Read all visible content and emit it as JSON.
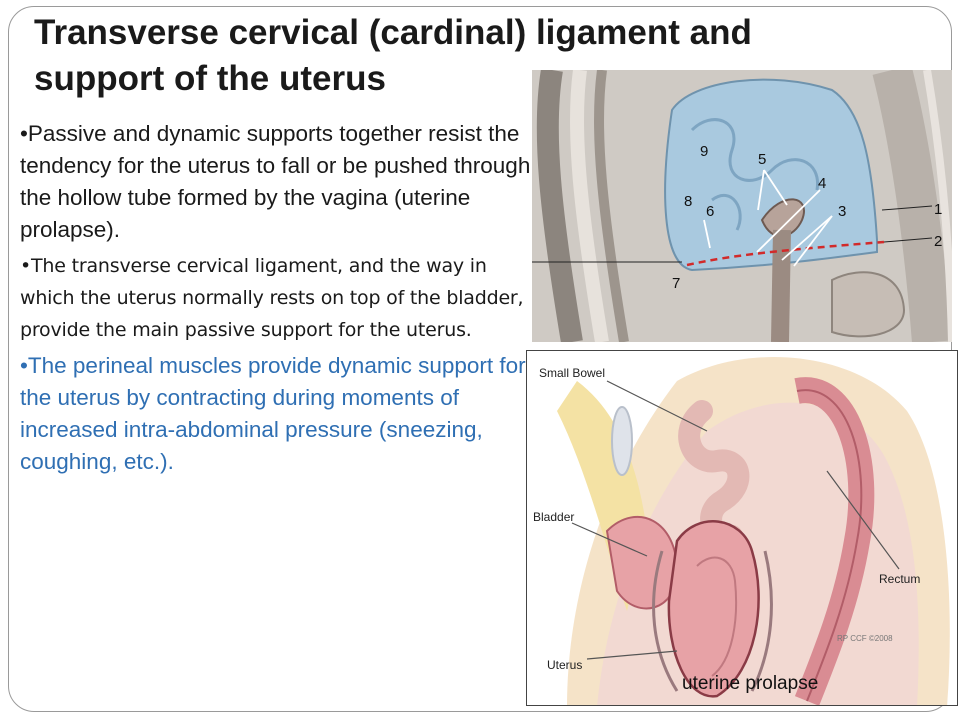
{
  "title": "Transverse cervical (cardinal) ligament and support of the uterus",
  "title_line1": "Transverse cervical (cardinal) ligament and",
  "title_line2": "support of the uterus",
  "bullets": [
    {
      "prefix": "•",
      "text": "Passive and dynamic supports together resist the tendency for the uterus to fall or be pushed through the hollow tube formed by the vagina (uterine prolapse)."
    },
    {
      "prefix": "•",
      "text": "The transverse cervical ligament, and the way in which the uterus normally rests on top of the bladder, provide the main passive support for the uterus."
    },
    {
      "prefix": "•",
      "text": "The perineal muscles provide dynamic support for the uterus by contracting during moments of increased intra-abdominal pressure (sneezing, coughing, etc.)."
    }
  ],
  "figure_top": {
    "labels": [
      "1",
      "2",
      "3",
      "4",
      "5",
      "6",
      "7",
      "8",
      "9"
    ]
  },
  "figure_bottom": {
    "labels": {
      "small_bowel": "Small Bowel",
      "bladder": "Bladder",
      "uterus": "Uterus",
      "rectum": "Rectum",
      "credit": "RP CCF ©2008"
    },
    "caption": "uterine prolapse"
  },
  "colors": {
    "title": "#1a1a1a",
    "body_text": "#1a1a1a",
    "highlight_text": "#2f6fb3",
    "uterus_blue": "#a9c9df",
    "ligament_red": "#d22a2a",
    "tissue_pink": "#e7a2a6"
  }
}
